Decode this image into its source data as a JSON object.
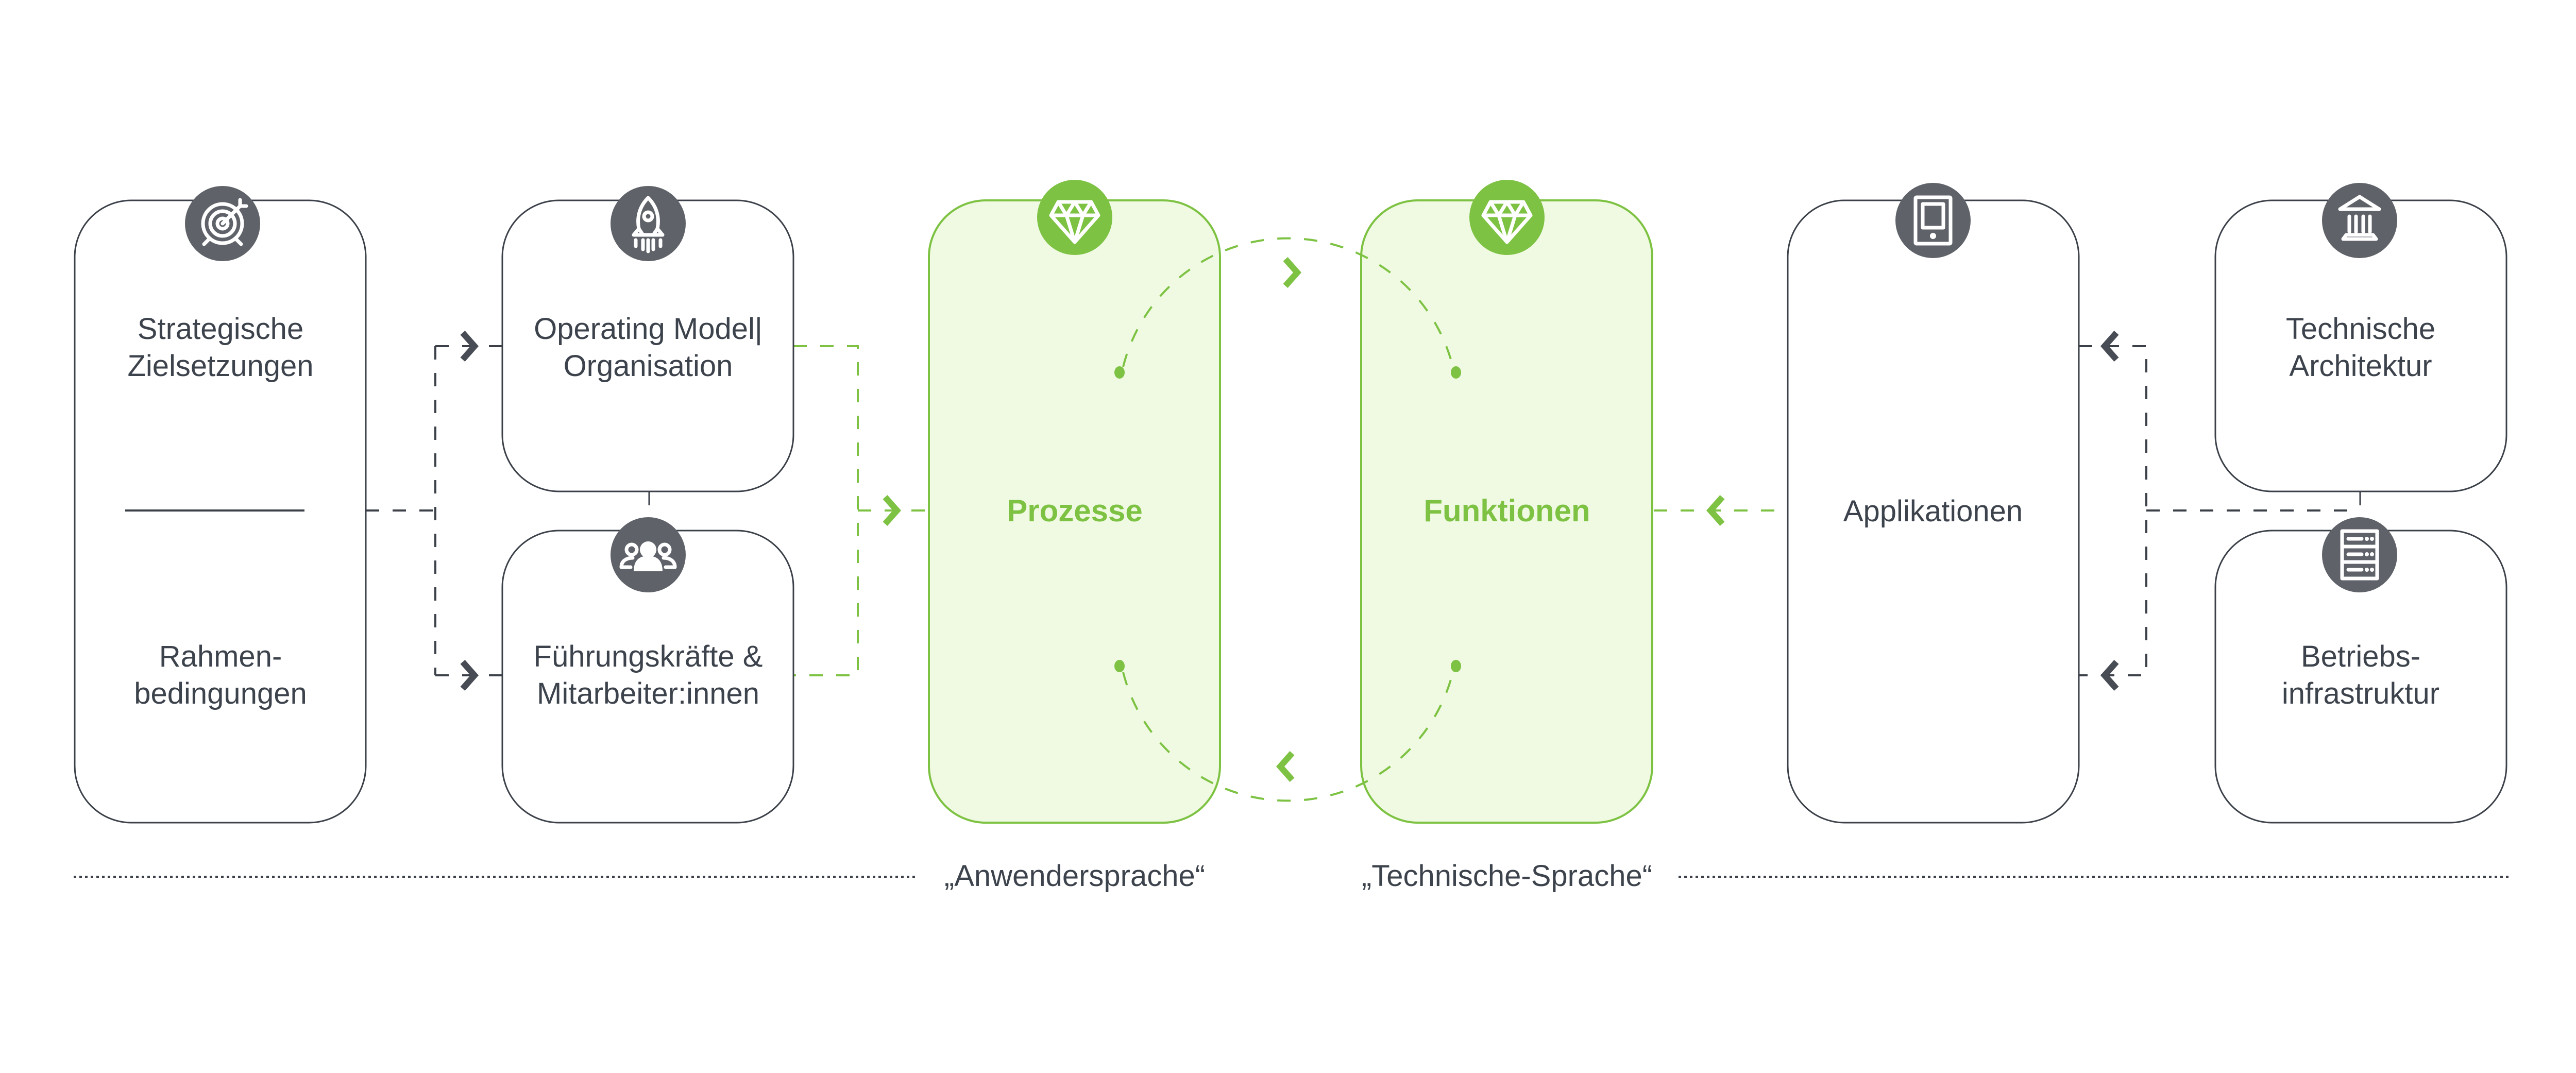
{
  "diagram": {
    "boxes": {
      "strategic": {
        "label_top_line1": "Strategische",
        "label_top_line2": "Zielsetzungen",
        "label_bottom_line1": "Rahmen-",
        "label_bottom_line2": "bedingungen",
        "icon": "target-icon"
      },
      "operating_model": {
        "line1": "Operating Model|",
        "line2": "Organisation",
        "icon": "rocket-icon"
      },
      "leadership": {
        "line1": "Führungskräfte &",
        "line2": "Mitarbeiter:innen",
        "icon": "people-icon"
      },
      "processes": {
        "label": "Prozesse",
        "icon": "diamond-icon"
      },
      "functions": {
        "label": "Funktionen",
        "icon": "diamond-icon"
      },
      "applications": {
        "label": "Applikationen",
        "icon": "tablet-icon"
      },
      "tech_architecture": {
        "line1": "Technische",
        "line2": "Architektur",
        "icon": "building-icon"
      },
      "infrastructure": {
        "line1": "Betriebs-",
        "line2": "infrastruktur",
        "icon": "server-icon"
      }
    },
    "footer": {
      "user_language": "„Anwendersprache“",
      "technical_language": "„Technische-Sprache“"
    },
    "colors": {
      "accent_green": "#7dc242",
      "green_fill": "#f0fae3",
      "icon_gray": "#5f6369",
      "text_dark": "#3d434c"
    }
  }
}
